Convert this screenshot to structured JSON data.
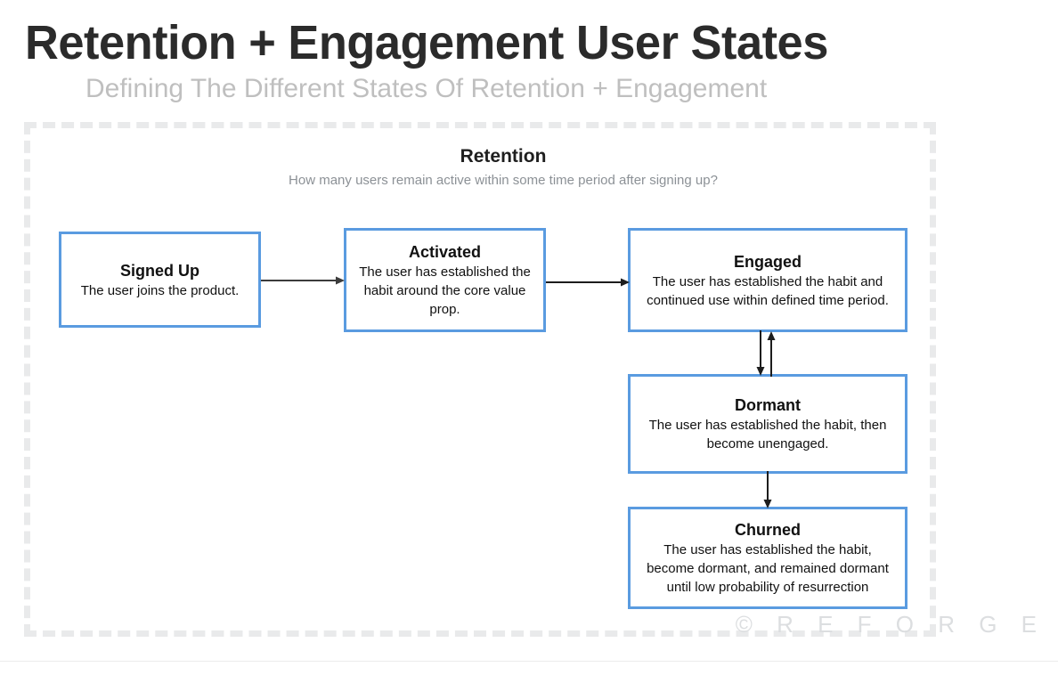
{
  "header": {
    "title": "Retention + Engagement User States",
    "subtitle": "Defining The Different States Of Retention + Engagement"
  },
  "diagram": {
    "section": {
      "title": "Retention",
      "description": "How many users remain active within some time period after signing up?"
    },
    "states": [
      {
        "id": "signed-up",
        "title": "Signed Up",
        "description": "The user joins the product."
      },
      {
        "id": "activated",
        "title": "Activated",
        "description": "The user has established the habit around the core value prop."
      },
      {
        "id": "engaged",
        "title": "Engaged",
        "description": "The user has established the habit and continued use within defined time period."
      },
      {
        "id": "dormant",
        "title": "Dormant",
        "description": "The user has established the habit, then become unengaged."
      },
      {
        "id": "churned",
        "title": "Churned",
        "description": "The user has established the habit, become dormant, and remained dormant until low probability of resurrection"
      }
    ],
    "connections": [
      {
        "id": "signedup-to-activated",
        "from": "signed-up",
        "to": "activated",
        "direction": "right"
      },
      {
        "id": "activated-to-engaged",
        "from": "activated",
        "to": "engaged",
        "direction": "right"
      },
      {
        "id": "engaged-to-dormant",
        "from": "engaged",
        "to": "dormant",
        "direction": "down"
      },
      {
        "id": "dormant-to-engaged",
        "from": "dormant",
        "to": "engaged",
        "direction": "up"
      },
      {
        "id": "dormant-to-churned",
        "from": "dormant",
        "to": "churned",
        "direction": "down"
      }
    ]
  },
  "watermark": {
    "text": "© R E F O R G E"
  },
  "colors": {
    "box_border": "#5a9be0",
    "frame_border": "#e9eaeb",
    "title": "#2b2b2b",
    "subtitle": "#bfbfbf",
    "section_desc": "#8c9196",
    "arrow": "#333333",
    "watermark": "#dcdee0"
  }
}
